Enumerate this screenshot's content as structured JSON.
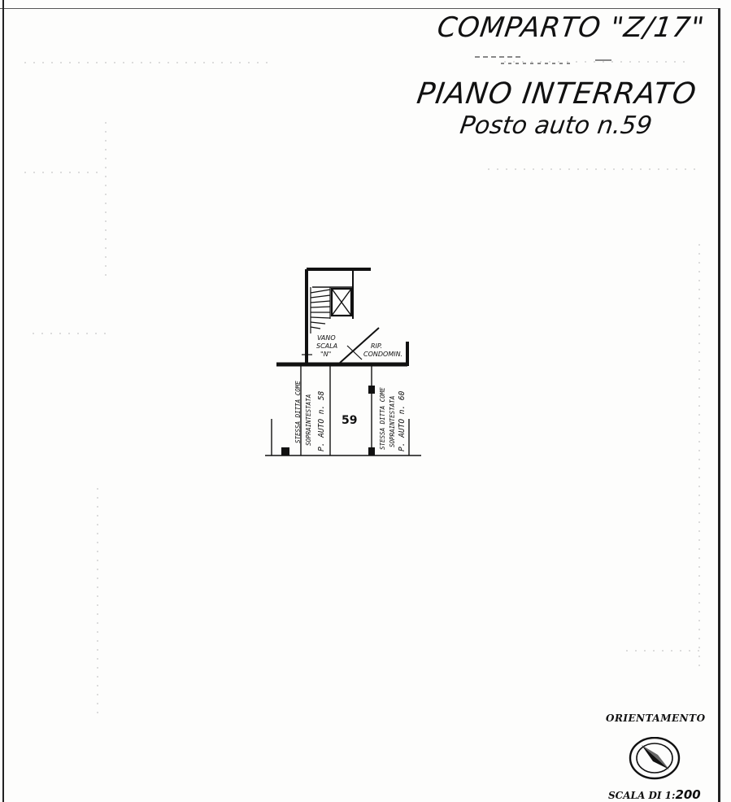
{
  "header": {
    "comparto": "COMPARTO \"Z/17\"",
    "floor": "PIANO INTERRATO",
    "parking": "Posto auto n.59"
  },
  "plan": {
    "stair_label_line1": "VANO",
    "stair_label_line2": "SCALA",
    "stair_label_line3": "\"N\"",
    "rip_label_line1": "RIP.",
    "rip_label_line2": "CONDOMIN.",
    "space_number": "59",
    "left_note_line1": "STESSA DITTA COME",
    "left_note_line2": "SOPRAINTESTATA",
    "left_note_line3": "P. AUTO n. 58",
    "right_note_line1": "STESSA DITTA COME",
    "right_note_line2": "SOPRAINTESTATA",
    "right_note_line3": "P. AUTO n. 60"
  },
  "footer": {
    "orientation_label": "ORIENTAMENTO",
    "scale_prefix": "SCALA DI 1:",
    "scale_value": "200"
  },
  "icons": {
    "compass": "compass-icon",
    "elevator": "elevator-box-icon"
  }
}
